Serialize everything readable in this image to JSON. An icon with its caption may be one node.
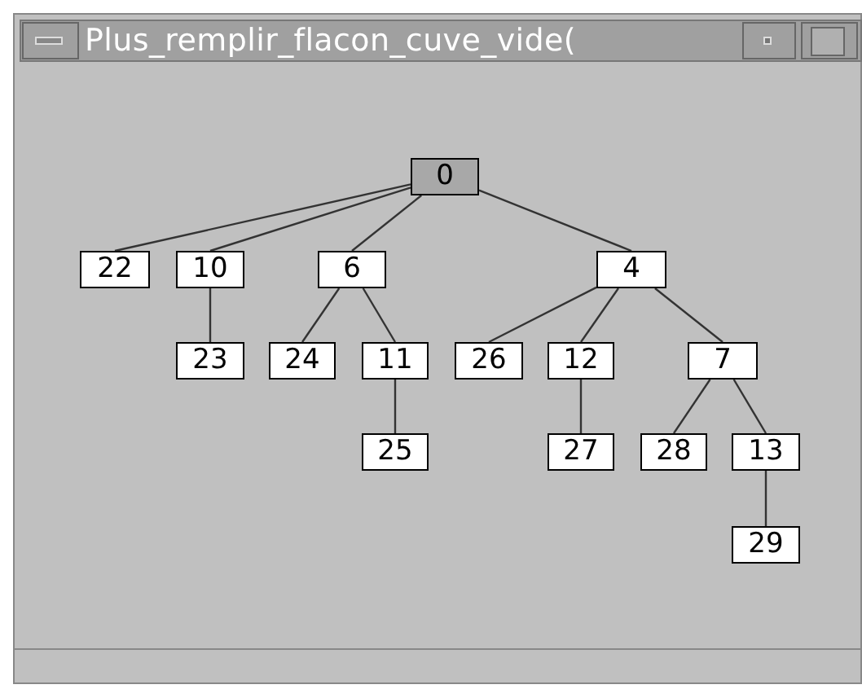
{
  "diagram": {
    "title": "Plus_remplir_flacon_cuve_vide(",
    "nodes": [
      {
        "text": [
          "0"
        ]
      },
      {
        "text": [
          "22"
        ]
      },
      {
        "text": [
          "10"
        ]
      },
      {
        "text": [
          "6"
        ]
      },
      {
        "text": [
          "4"
        ]
      },
      {
        "text": [
          "23"
        ]
      },
      {
        "text": [
          "24"
        ]
      },
      {
        "text": [
          "11"
        ]
      },
      {
        "text": [
          "26"
        ]
      },
      {
        "text": [
          "12"
        ]
      },
      {
        "text": [
          "7"
        ]
      },
      {
        "text": [
          "25"
        ]
      },
      {
        "text": [
          "27"
        ]
      },
      {
        "text": [
          "28"
        ]
      },
      {
        "text": [
          "13"
        ]
      },
      {
        "text": [
          "29"
        ]
      }
    ],
    "edges": [
      {
        "from": 0,
        "to": 1,
        "arrow": "none"
      },
      {
        "from": 0,
        "to": 2,
        "arrow": "none"
      },
      {
        "from": 0,
        "to": 3,
        "arrow": "none"
      },
      {
        "from": 0,
        "to": 4,
        "arrow": "none"
      },
      {
        "from": 2,
        "to": 5,
        "arrow": "none"
      },
      {
        "from": 3,
        "to": 6,
        "arrow": "none"
      },
      {
        "from": 3,
        "to": 7,
        "arrow": "none"
      },
      {
        "from": 4,
        "to": 8,
        "arrow": "none"
      },
      {
        "from": 4,
        "to": 9,
        "arrow": "none"
      },
      {
        "from": 4,
        "to": 10,
        "arrow": "none"
      },
      {
        "from": 7,
        "to": 11,
        "arrow": "none"
      },
      {
        "from": 9,
        "to": 12,
        "arrow": "none"
      },
      {
        "from": 10,
        "to": 13,
        "arrow": "none"
      },
      {
        "from": 10,
        "to": 14,
        "arrow": "none"
      },
      {
        "from": 14,
        "to": 15,
        "arrow": "none"
      }
    ]
  }
}
